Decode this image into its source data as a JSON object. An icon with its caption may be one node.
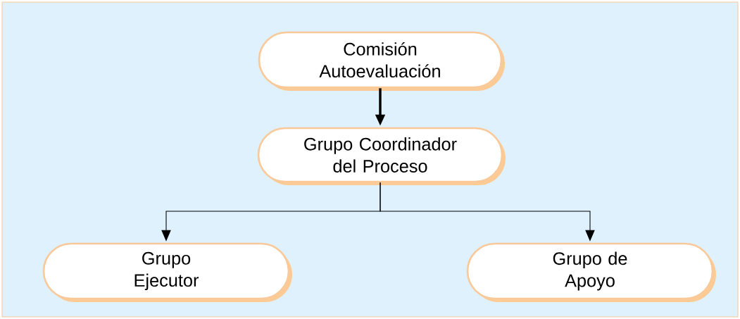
{
  "diagram": {
    "nodes": [
      {
        "text": [
          "Comisión Autoevaluación"
        ]
      },
      {
        "text": [
          "Grupo Coordinador del Proceso"
        ]
      },
      {
        "text": [
          "Grupo Ejecutor"
        ]
      },
      {
        "text": [
          "Grupo de Apoyo"
        ]
      }
    ],
    "edges": [
      {
        "from": 0,
        "to": 1,
        "arrow": "to",
        "style": "thick"
      },
      {
        "from": 1,
        "to": 2,
        "arrow": "to"
      },
      {
        "from": 1,
        "to": 3,
        "arrow": "to"
      }
    ]
  }
}
